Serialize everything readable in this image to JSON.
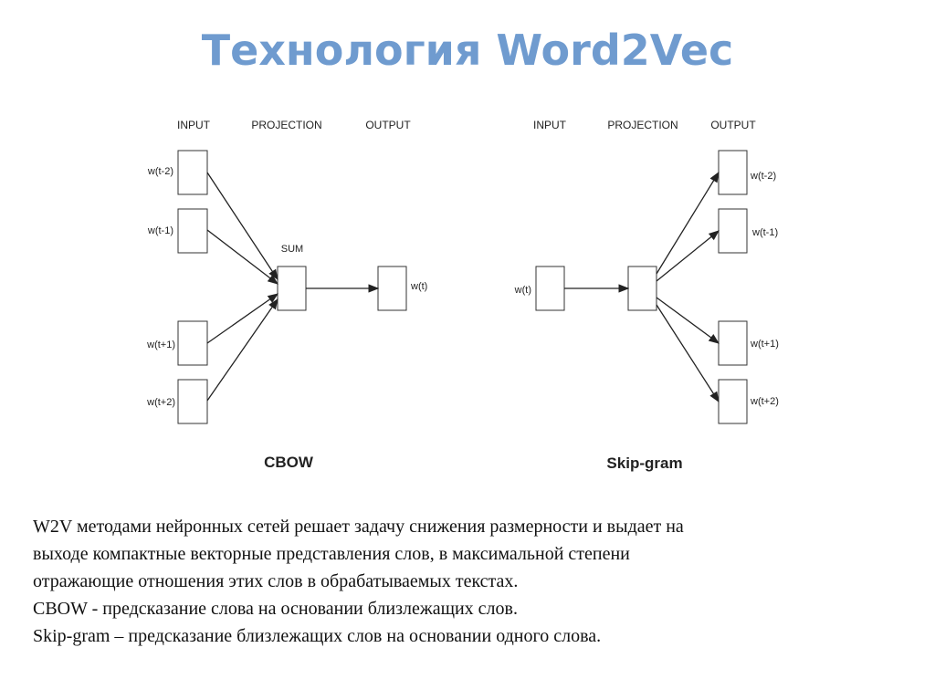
{
  "slide": {
    "title": "Технология Word2Vec"
  },
  "diagram": {
    "cbow": {
      "headers": [
        "INPUT",
        "PROJECTION",
        "OUTPUT"
      ],
      "inputs": [
        "w(t-2)",
        "w(t-1)",
        "w(t+1)",
        "w(t+2)"
      ],
      "projection_label": "SUM",
      "output": "w(t)",
      "caption": "CBOW"
    },
    "skipgram": {
      "headers": [
        "INPUT",
        "PROJECTION",
        "OUTPUT"
      ],
      "input": "w(t)",
      "outputs": [
        "w(t-2)",
        "w(t-1)",
        "w(t+1)",
        "w(t+2)"
      ],
      "caption": "Skip-gram"
    }
  },
  "description": {
    "lines": [
      "W2V методами нейронных сетей решает задачу снижения размерности и выдает на",
      "выходе компактные векторные представления слов, в максимальной степени",
      "отражающие отношения этих слов в обрабатываемых текстах.",
      "CBOW - предсказание слова на основании близлежащих слов.",
      "Skip-gram – предсказание близлежащих слов на основании одного слова."
    ]
  }
}
